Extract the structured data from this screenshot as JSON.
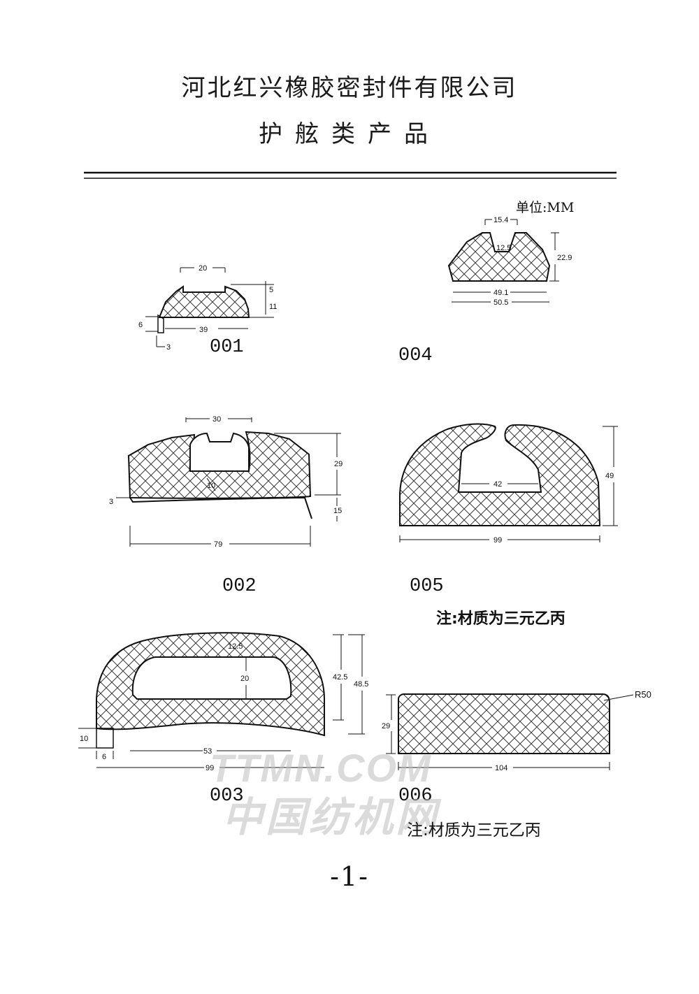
{
  "header": {
    "company": "河北红兴橡胶密封件有限公司",
    "category": "护舷类产品",
    "unit": "单位:MM"
  },
  "products": [
    {
      "code": "001",
      "dims": [
        "20",
        "5",
        "11",
        "6",
        "39",
        "3"
      ]
    },
    {
      "code": "004",
      "dims": [
        "15.4",
        "12.5",
        "22.9",
        "49.1",
        "50.5"
      ]
    },
    {
      "code": "002",
      "dims": [
        "30",
        "29",
        "10",
        "3",
        "15",
        "79"
      ]
    },
    {
      "code": "005",
      "dims": [
        "42",
        "49",
        "99"
      ]
    },
    {
      "code": "003",
      "dims": [
        "12.5",
        "20",
        "42.5",
        "48.5",
        "10",
        "6",
        "53",
        "99"
      ]
    },
    {
      "code": "006",
      "dims": [
        "R50",
        "29",
        "104"
      ]
    }
  ],
  "notes": {
    "note1": "注:材质为三元乙丙",
    "note2": "注:材质为三元乙丙"
  },
  "page_number": "-1-",
  "watermark": {
    "text_en": "TTMN.COM",
    "text_cn": "中国纺机网"
  }
}
